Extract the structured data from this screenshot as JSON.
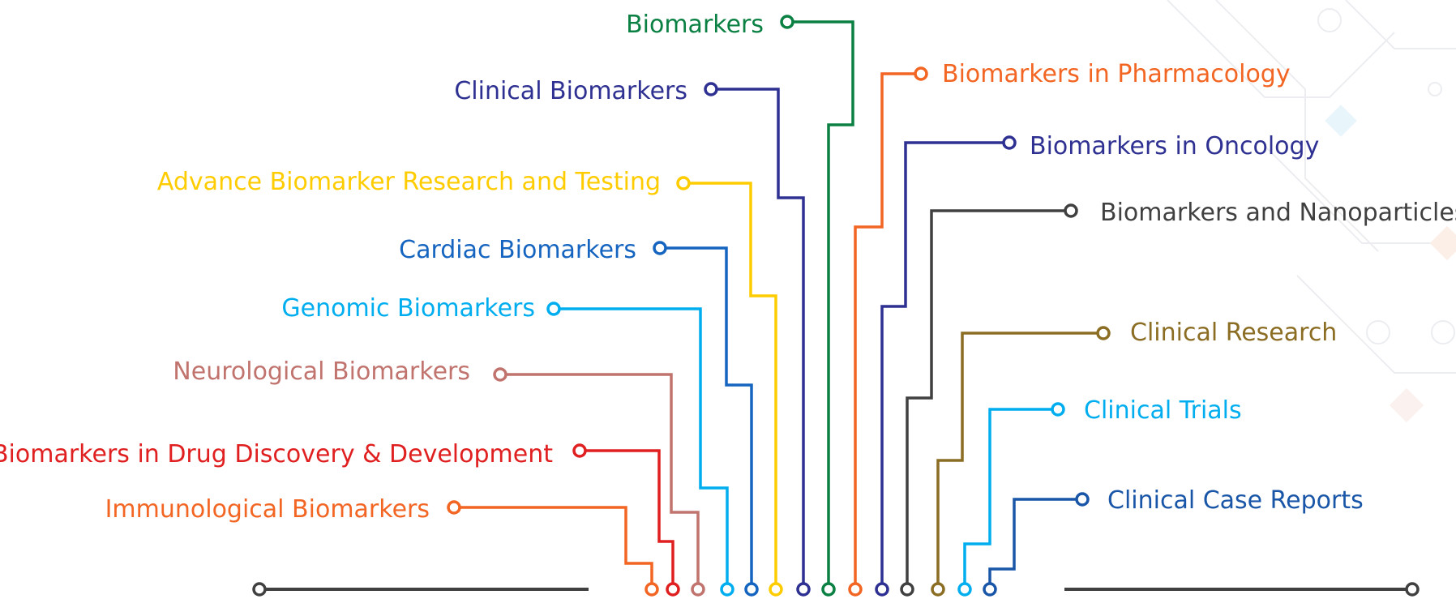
{
  "topics": [
    {
      "id": "biomarkers",
      "label": "Biomarkers",
      "color": "#0b8043"
    },
    {
      "id": "clinical-biomarkers",
      "label": "Clinical Biomarkers",
      "color": "#2e3192"
    },
    {
      "id": "advance-research",
      "label": "Advance Biomarker Research and Testing",
      "color": "#ffcc00"
    },
    {
      "id": "cardiac",
      "label": "Cardiac Biomarkers",
      "color": "#1565c0"
    },
    {
      "id": "genomic",
      "label": "Genomic Biomarkers",
      "color": "#00aeef"
    },
    {
      "id": "neurological",
      "label": "Neurological Biomarkers",
      "color": "#c1736e"
    },
    {
      "id": "drug-discovery",
      "label": "Biomarkers in Drug Discovery & Development",
      "color": "#e02020"
    },
    {
      "id": "immunological",
      "label": "Immunological Biomarkers",
      "color": "#f26522"
    },
    {
      "id": "pharmacology",
      "label": "Biomarkers in Pharmacology",
      "color": "#f26522"
    },
    {
      "id": "oncology",
      "label": "Biomarkers in Oncology",
      "color": "#2e3192"
    },
    {
      "id": "nanoparticles",
      "label": "Biomarkers and Nanoparticles",
      "color": "#404040"
    },
    {
      "id": "clinical-research",
      "label": "Clinical Research",
      "color": "#8b6d23"
    },
    {
      "id": "clinical-trials",
      "label": "Clinical Trials",
      "color": "#00aeef"
    },
    {
      "id": "case-reports",
      "label": "Clinical Case Reports",
      "color": "#1a56a8"
    }
  ],
  "baseline_color": "#404040"
}
